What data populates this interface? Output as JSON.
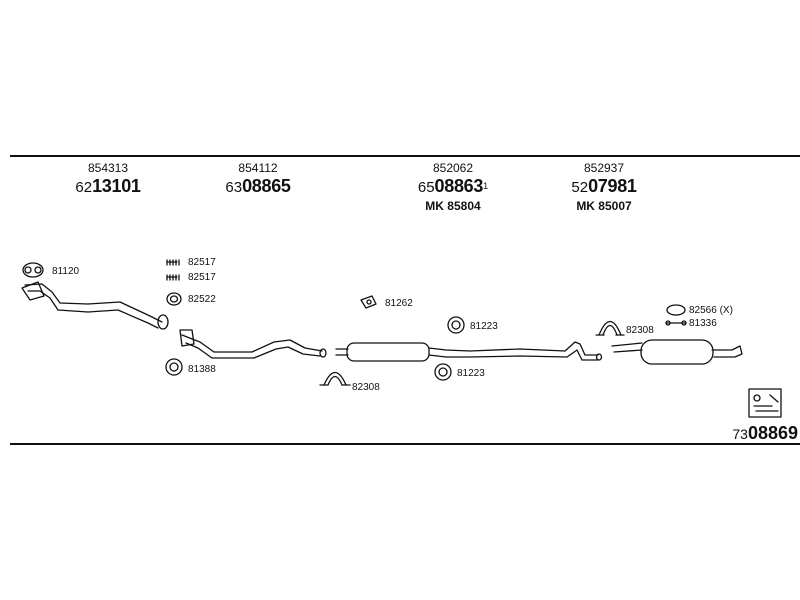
{
  "header_parts": [
    {
      "code": "854313",
      "prefix": "62",
      "number": "13101",
      "mk": ""
    },
    {
      "code": "854112",
      "prefix": "63",
      "number": "08865",
      "mk": ""
    },
    {
      "code": "852062",
      "prefix": "65",
      "number": "08863",
      "suffix": "1",
      "mk": "MK  85804"
    },
    {
      "code": "852937",
      "prefix": "52",
      "number": "07981",
      "mk": "MK  85007"
    }
  ],
  "part_labels": {
    "gasket_front": "81120",
    "bolt_1": "82517",
    "bolt_2": "82517",
    "ring_front": "82522",
    "ring_lower": "81388",
    "hanger_mid": "81262",
    "ring_mid_top": "81223",
    "clamp_mid": "82308",
    "ring_mid_bottom": "81223",
    "clamp_rear": "82308",
    "clip_rear": "82566 (X)",
    "hanger_rear": "81336"
  },
  "footer": {
    "prefix": "73",
    "number": "08869"
  }
}
